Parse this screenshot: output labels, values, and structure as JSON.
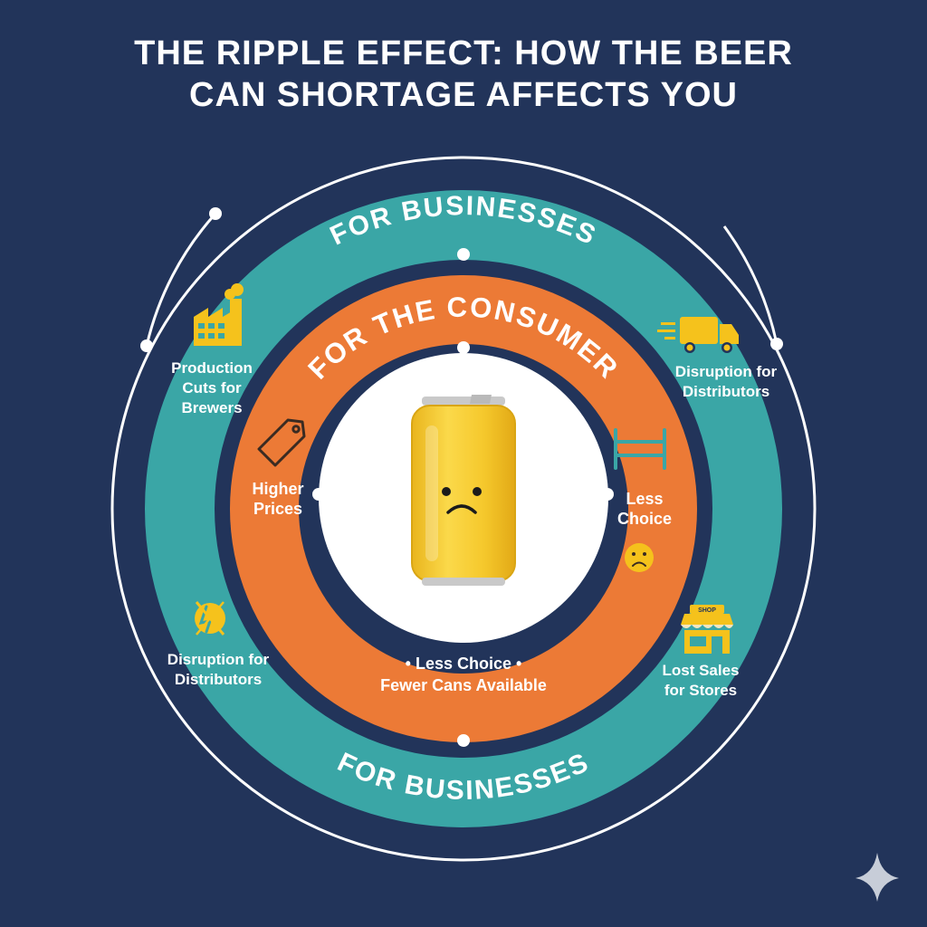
{
  "title": {
    "line1": "THE RIPPLE EFFECT: HOW THE BEER",
    "line2": "CAN SHORTAGE AFFECTS YOU"
  },
  "rings": {
    "outer_top": "FOR BUSINESSES",
    "outer_bottom": "FOR BUSINESSES",
    "inner_top": "FOR THE CONSUMER"
  },
  "business_items": {
    "production": "Production Cuts for Brewers",
    "distributors_right": "Disruption for Distributors",
    "distributors_left": "Disruption for Distributors",
    "stores": "Lost Sales for Stores"
  },
  "consumer_items": {
    "prices": "Higher Prices",
    "choice": "Less Choice",
    "bottom_line1": "• Less Choice •",
    "bottom_line2": "Fewer Cans Available"
  },
  "store_sign": "SHOP",
  "colors": {
    "background": "#22345a",
    "outer_ring": "#3aa6a6",
    "inner_ring": "#ec7a36",
    "icon_yellow": "#f5c21c",
    "can_yellow": "#f7cf3a",
    "white": "#ffffff"
  },
  "icons": [
    "factory-icon",
    "delivery-truck-icon",
    "price-tag-icon",
    "shelf-icon",
    "sad-face-icon",
    "broken-link-icon",
    "storefront-icon",
    "sparkle-icon"
  ]
}
